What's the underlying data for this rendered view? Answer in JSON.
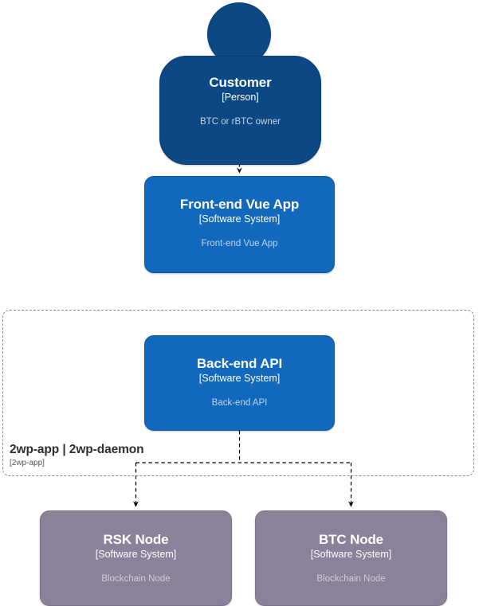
{
  "diagram": {
    "kind": "c4-container-diagram",
    "background_color": "#ffffff",
    "palette": {
      "person_fill": "#0b4884",
      "software_system_fill": "#1168bd",
      "external_system_fill": "#8a8299",
      "boundary_stroke": "#8c8c8c",
      "connector_stroke": "#000000",
      "title_text": "#ffffff",
      "blue_description_text": "#bcd6ee",
      "gray_description_text": "#d2ccd9",
      "boundary_name_text": "#2f2f2f",
      "boundary_type_text": "#555555"
    },
    "nodes": [
      {
        "id": "customer",
        "shape": "person",
        "title": "Customer",
        "type_label": "[Person]",
        "description": "BTC or rBTC owner",
        "fill": "#0b4884"
      },
      {
        "id": "frontend",
        "shape": "rounded-box",
        "title": "Front-end Vue App",
        "type_label": "[Software System]",
        "description": "Front-end Vue App",
        "fill": "#1168bd"
      },
      {
        "id": "backend",
        "shape": "rounded-box",
        "title": "Back-end API",
        "type_label": "[Software System]",
        "description": "Back-end API",
        "fill": "#1168bd"
      },
      {
        "id": "rsk-node",
        "shape": "rounded-box",
        "title": "RSK Node",
        "type_label": "[Software System]",
        "description": "Blockchain Node",
        "fill": "#8a8299"
      },
      {
        "id": "btc-node",
        "shape": "rounded-box",
        "title": "BTC Node",
        "type_label": "[Software System]",
        "description": "Blockchain Node",
        "fill": "#8a8299"
      }
    ],
    "boundary": {
      "id": "2wp-boundary",
      "name": "2wp-app | 2wp-daemon",
      "type_label": "[2wp-app]",
      "style": "dashed"
    },
    "connectors": [
      {
        "from": "customer",
        "to": "frontend",
        "style": "dashed",
        "arrow": "end"
      },
      {
        "from": "backend",
        "to": "rsk-node",
        "style": "dashed",
        "arrow": "end"
      },
      {
        "from": "backend",
        "to": "btc-node",
        "style": "dashed",
        "arrow": "end"
      }
    ]
  }
}
